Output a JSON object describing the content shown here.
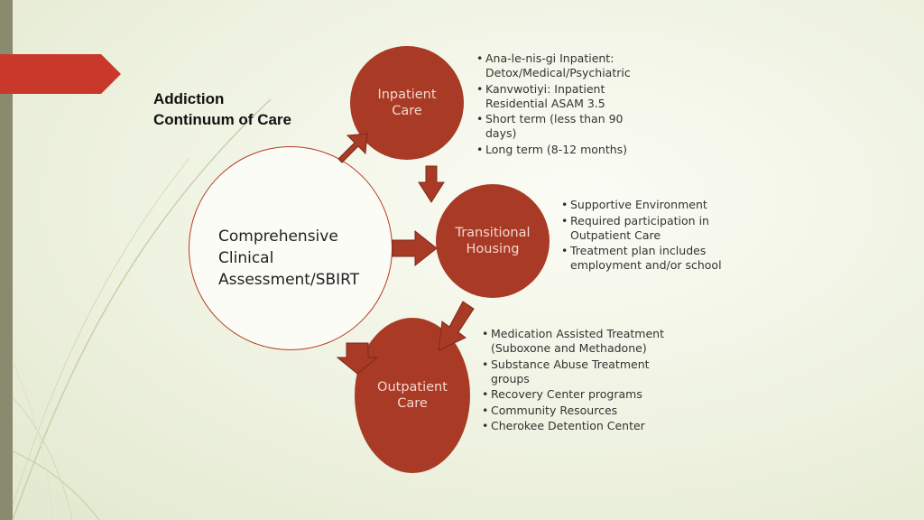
{
  "title": "Addiction\nContinuum of Care",
  "center": {
    "label": "Comprehensive\nClinical\nAssessment/SBIRT"
  },
  "nodes": {
    "inpatient": {
      "label": "Inpatient\nCare",
      "bullets": [
        "Ana-le-nis-gi Inpatient: Detox/Medical/Psychiatric",
        "Kanvwotiyi: Inpatient Residential ASAM 3.5",
        "Short term (less than 90 days)",
        "Long term (8-12 months)"
      ]
    },
    "transitional": {
      "label": "Transitional\nHousing",
      "bullets": [
        "Supportive Environment",
        "Required participation in Outpatient Care",
        "Treatment plan includes employment and/or school"
      ]
    },
    "outpatient": {
      "label": "Outpatient\nCare",
      "bullets": [
        "Medication Assisted Treatment (Suboxone and Methadone)",
        "Substance Abuse Treatment groups",
        "Recovery Center programs",
        "Community Resources",
        "Cherokee Detention Center"
      ]
    }
  },
  "colors": {
    "node_fill": "#a93a26",
    "accent": "#c8392b",
    "sidebar": "#8a8a6e"
  }
}
